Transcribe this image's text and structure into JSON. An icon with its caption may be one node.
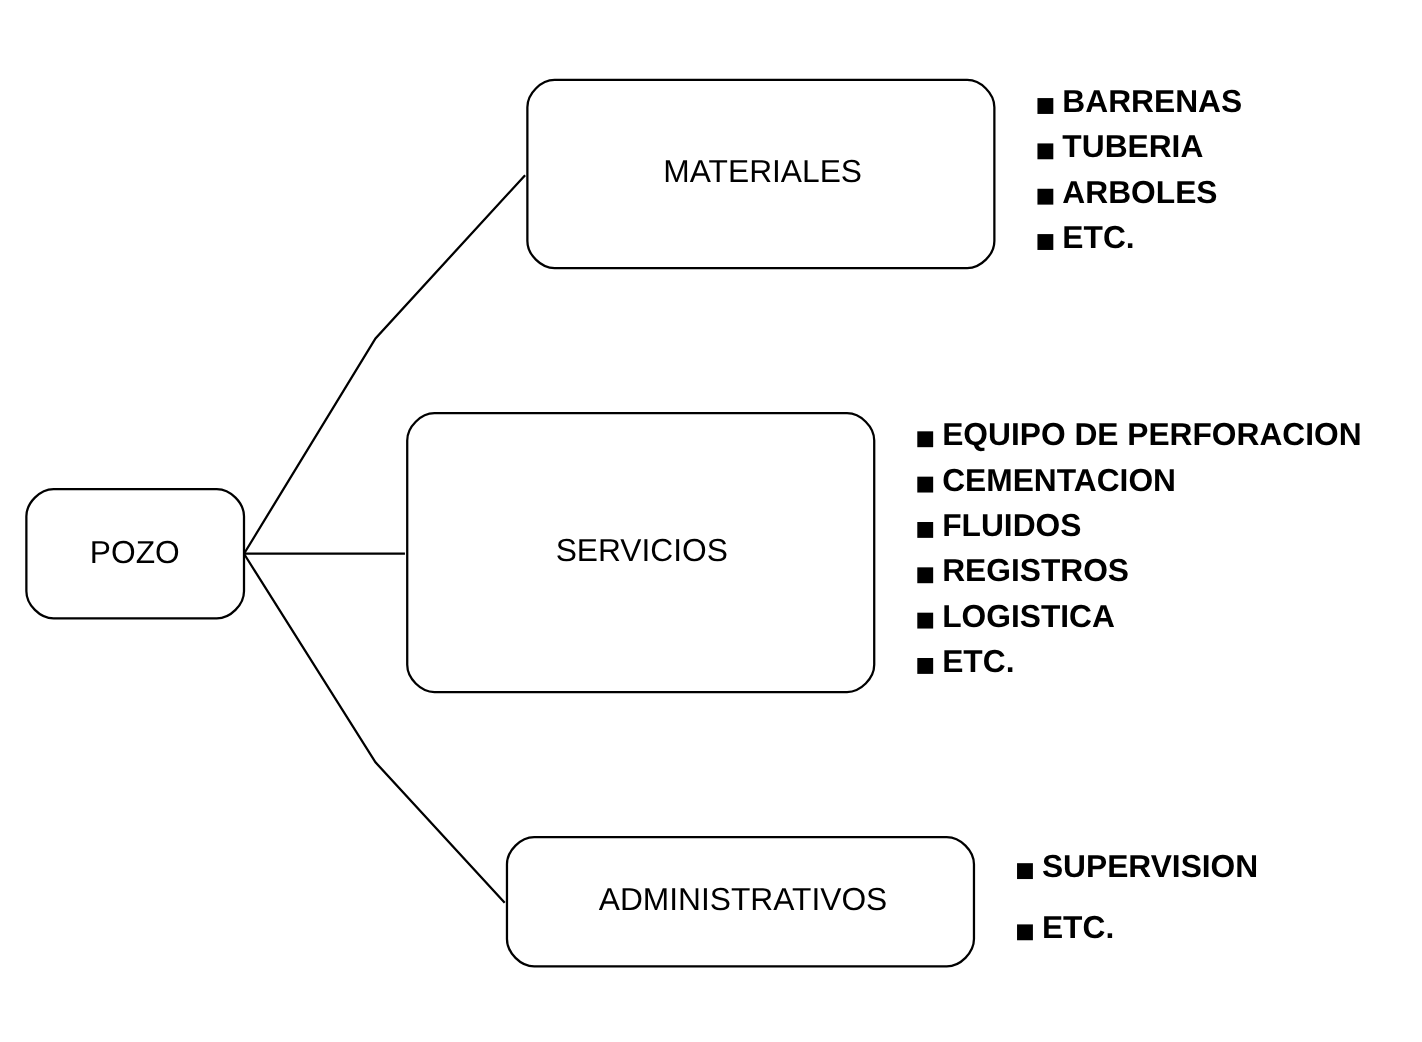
{
  "diagram": {
    "nodes": [
      {
        "text": [
          "POZO"
        ]
      },
      {
        "text": [
          "MATERIALES"
        ],
        "beside": [
          "BARRENAS",
          "TUBERIA",
          "ARBOLES",
          "ETC."
        ]
      },
      {
        "text": [
          "SERVICIOS"
        ],
        "beside": [
          "EQUIPO DE PERFORACION",
          "CEMENTACION",
          "FLUIDOS",
          "REGISTROS",
          "LOGISTICA",
          "ETC."
        ]
      },
      {
        "text": [
          "ADMINISTRATIVOS"
        ],
        "beside": [
          "SUPERVISION",
          "ETC."
        ]
      }
    ],
    "edges": [
      {
        "from": 0,
        "to": 1,
        "arrow": "none"
      },
      {
        "from": 0,
        "to": 2,
        "arrow": "none"
      },
      {
        "from": 0,
        "to": 3,
        "arrow": "none"
      }
    ]
  }
}
